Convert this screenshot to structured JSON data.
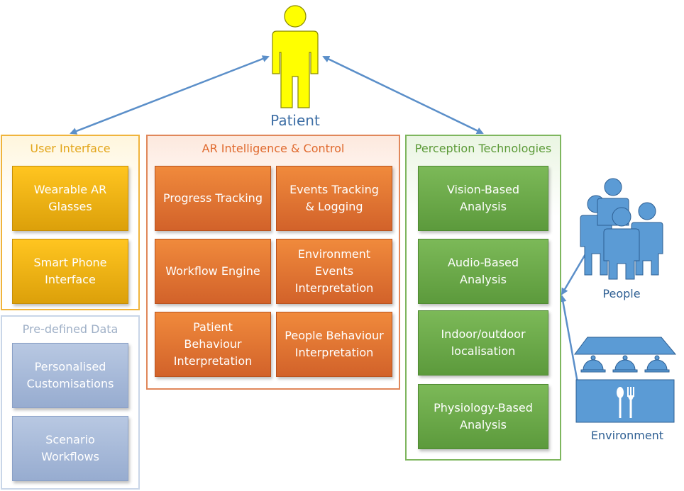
{
  "patient": {
    "label": "Patient"
  },
  "user_interface": {
    "title": "User Interface",
    "items": [
      "Wearable AR\nGlasses",
      "Smart Phone\nInterface"
    ]
  },
  "predefined_data": {
    "title": "Pre-defined Data",
    "items": [
      "Personalised\nCustomisations",
      "Scenario\nWorkflows"
    ]
  },
  "ar_intelligence": {
    "title": "AR Intelligence & Control",
    "items": [
      "Progress Tracking",
      "Events Tracking\n& Logging",
      "Workflow Engine",
      "Environment\nEvents\nInterpretation",
      "Patient\nBehaviour\nInterpretation",
      "People Behaviour\nInterpretation"
    ]
  },
  "perception": {
    "title": "Perception Technologies",
    "items": [
      "Vision-Based\nAnalysis",
      "Audio-Based\nAnalysis",
      "Indoor/outdoor\nlocalisation",
      "Physiology-Based\nAnalysis"
    ]
  },
  "people": {
    "label": "People"
  },
  "environment": {
    "label": "Environment"
  },
  "colors": {
    "user_interface": "#f0b43c",
    "predefined_data": "#c9d6e8",
    "ar_intelligence": "#e0875a",
    "perception": "#7eb65e",
    "arrows": "#5b8fc9",
    "patient_figure": "#ffff00",
    "people_figure": "#5b9bd5"
  }
}
